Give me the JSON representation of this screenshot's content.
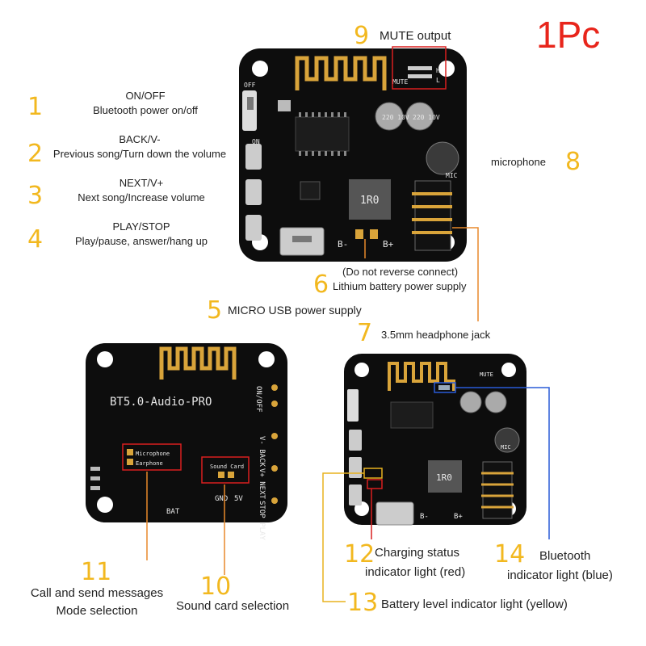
{
  "corner_badge": "1Pc",
  "callouts": [
    {
      "num": "1",
      "title": "ON/OFF",
      "desc": "Bluetooth power on/off"
    },
    {
      "num": "2",
      "title": "BACK/V-",
      "desc": "Previous song/Turn down the volume"
    },
    {
      "num": "3",
      "title": "NEXT/V+",
      "desc": "Next song/Increase volume"
    },
    {
      "num": "4",
      "title": "PLAY/STOP",
      "desc": "Play/pause, answer/hang up"
    },
    {
      "num": "5",
      "desc": "MICRO USB power supply"
    },
    {
      "num": "6",
      "title": "(Do not reverse connect)",
      "desc": "Lithium battery power supply"
    },
    {
      "num": "7",
      "desc": "3.5mm headphone jack"
    },
    {
      "num": "8",
      "desc": "microphone"
    },
    {
      "num": "9",
      "desc": "MUTE output"
    },
    {
      "num": "10",
      "desc": "Sound card selection"
    },
    {
      "num": "11",
      "title": "Call and send messages",
      "desc": "Mode selection"
    },
    {
      "num": "12",
      "title": "Charging status",
      "desc": "indicator light (red)"
    },
    {
      "num": "13",
      "desc": "Battery level indicator light (yellow)"
    },
    {
      "num": "14",
      "title": "Bluetooth",
      "desc": "indicator light (blue)"
    }
  ],
  "board_silkscreen": {
    "off": "OFF",
    "on": "ON",
    "mute": "MUTE",
    "mic": "MIC",
    "b_minus": "B-",
    "b_plus": "B+",
    "inductor": "1R0",
    "cap": "220 10V",
    "h": "H",
    "l": "L",
    "back_title": "BT5.0-Audio-PRO",
    "on_off": "ON/OFF",
    "back_v": "V-\nBACK",
    "next_v": "V+\nNEXT",
    "play_stop": "STOP\nPLAY",
    "microphone": "Microphone",
    "earphone": "Earphone",
    "sound_card": "Sound Card",
    "gnd": "GND",
    "five_v": "5V",
    "bat": "BAT"
  },
  "colors": {
    "number": "#f2b81f",
    "badge": "#e8251b",
    "callout_orange": "#e8892b",
    "callout_red": "#d91f1f",
    "callout_blue": "#2a5bd7",
    "board": "#0d0d0d",
    "gold": "#d9a43a"
  }
}
